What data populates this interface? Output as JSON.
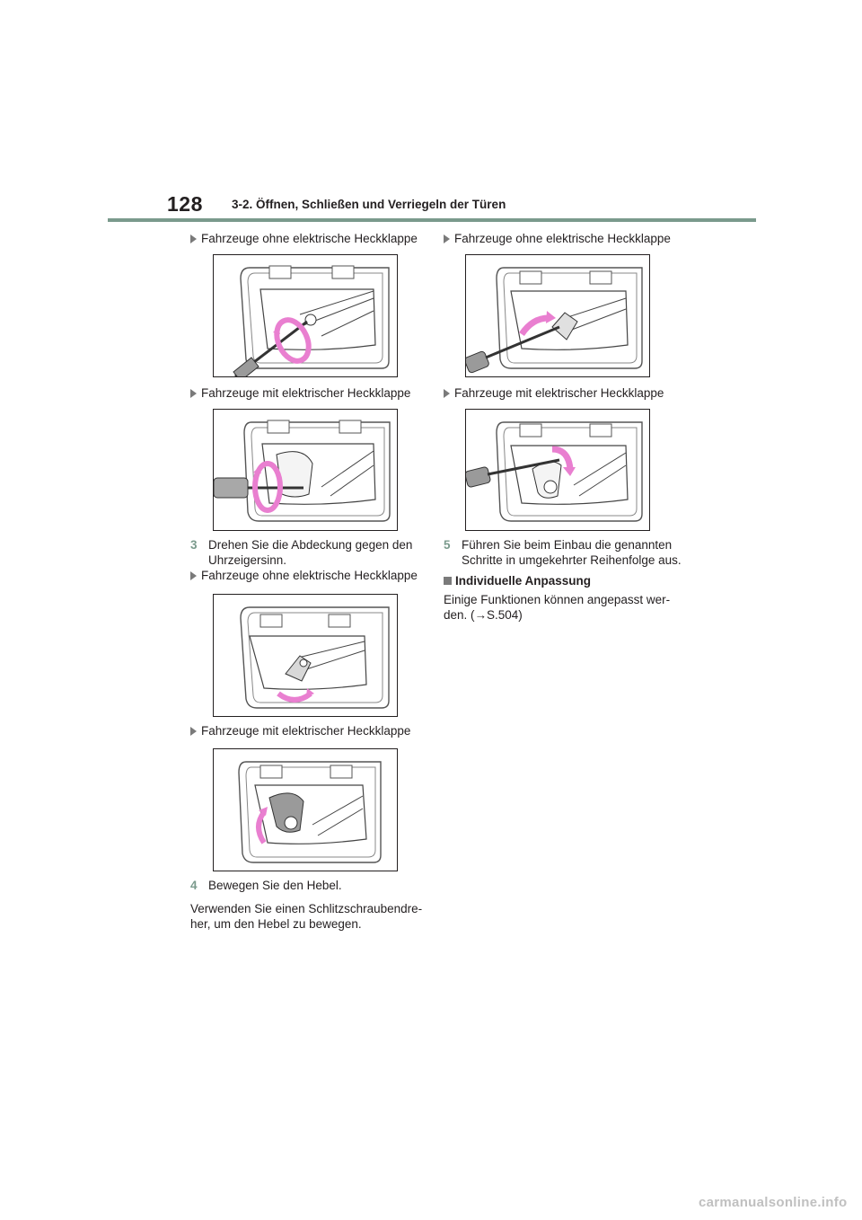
{
  "header": {
    "page_number": "128",
    "section_title": "3-2. Öffnen, Schließen und Verriegeln der Türen"
  },
  "left_column": {
    "caption_1": "Fahrzeuge ohne elektrische Heckklappe",
    "caption_2": "Fahrzeuge mit elektrischer Heckklappe",
    "step_3": {
      "number": "3",
      "line1": "Drehen Sie die Abdeckung gegen den",
      "line2": "Uhrzeigersinn."
    },
    "caption_3": "Fahrzeuge ohne elektrische Heckklappe",
    "caption_4": "Fahrzeuge mit elektrischer Heckklappe",
    "step_4": {
      "number": "4",
      "line1": "Bewegen Sie den Hebel."
    },
    "note_line1": "Verwenden Sie einen Schlitzschraubendre-",
    "note_line2": "her, um den Hebel zu bewegen."
  },
  "right_column": {
    "caption_1": "Fahrzeuge ohne elektrische Heckklappe",
    "caption_2": "Fahrzeuge mit elektrischer Heckklappe",
    "step_5": {
      "number": "5",
      "line1": "Führen Sie beim Einbau die genannten",
      "line2": "Schritte in umgekehrter Reihenfolge aus."
    },
    "heading": "Individuelle Anpassung",
    "para_line1": "Einige Funktionen können angepasst wer-",
    "para_line2": "den. (→S.504)"
  },
  "footer": {
    "watermark": "carmanualsonline.info"
  },
  "colors": {
    "accent": "#7a9a8c",
    "arrow_pink": "#e97fd0",
    "text": "#231f20"
  }
}
